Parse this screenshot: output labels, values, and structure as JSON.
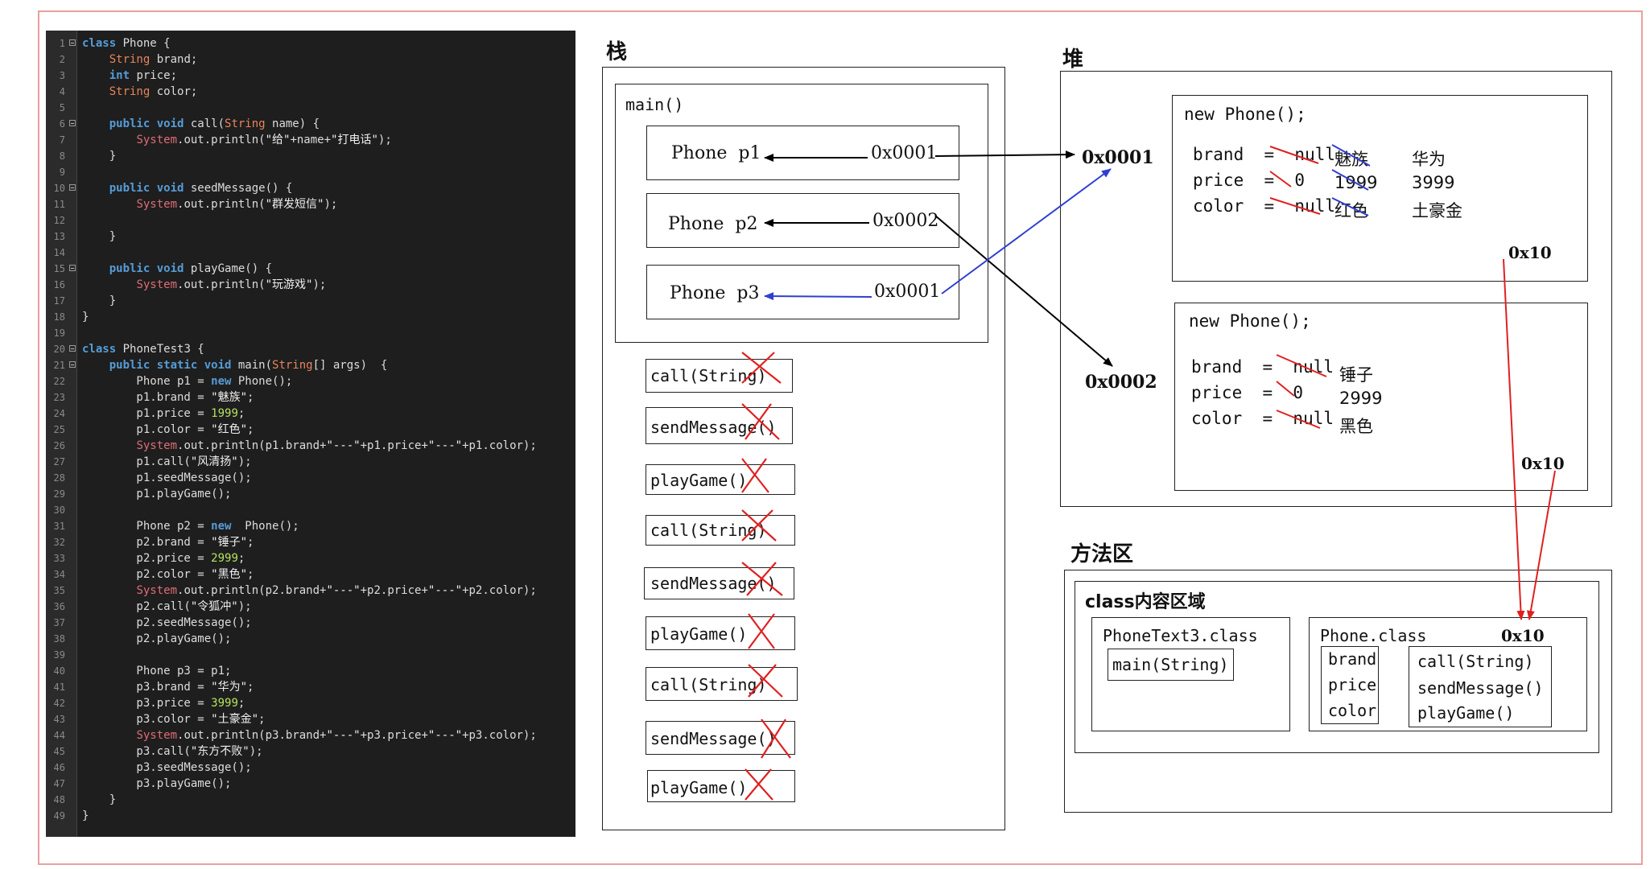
{
  "code_lines": [
    {
      "n": "1",
      "fold": true,
      "html": "<span class=\"kw\">class</span> Phone {"
    },
    {
      "n": "2",
      "html": "    <span class=\"ty\">String</span> brand;"
    },
    {
      "n": "3",
      "html": "    <span class=\"kw\">int</span> price;"
    },
    {
      "n": "4",
      "html": "    <span class=\"ty\">String</span> color;"
    },
    {
      "n": "5",
      "html": ""
    },
    {
      "n": "6",
      "fold": true,
      "html": "    <span class=\"kw\">public void</span> call(<span class=\"ty\">String</span> name) {"
    },
    {
      "n": "7",
      "html": "        <span class=\"sy\">System</span>.out.println(<span class=\"st\">\"给\"</span>+name+<span class=\"st\">\"打电话\"</span>);"
    },
    {
      "n": "8",
      "html": "    }"
    },
    {
      "n": "9",
      "html": ""
    },
    {
      "n": "10",
      "fold": true,
      "html": "    <span class=\"kw\">public void</span> seedMessage() {"
    },
    {
      "n": "11",
      "html": "        <span class=\"sy\">System</span>.out.println(<span class=\"st\">\"群发短信\"</span>);"
    },
    {
      "n": "12",
      "html": ""
    },
    {
      "n": "13",
      "html": "    }"
    },
    {
      "n": "14",
      "html": ""
    },
    {
      "n": "15",
      "fold": true,
      "html": "    <span class=\"kw\">public void</span> playGame() {"
    },
    {
      "n": "16",
      "html": "        <span class=\"sy\">System</span>.out.println(<span class=\"st\">\"玩游戏\"</span>);"
    },
    {
      "n": "17",
      "html": "    }"
    },
    {
      "n": "18",
      "html": "}"
    },
    {
      "n": "19",
      "html": ""
    },
    {
      "n": "20",
      "fold": true,
      "html": "<span class=\"kw\">class</span> PhoneTest3 {"
    },
    {
      "n": "21",
      "fold": true,
      "html": "    <span class=\"kw\">public static void</span> main(<span class=\"ty\">String</span>[] args)  {"
    },
    {
      "n": "22",
      "html": "        Phone p1 = <span class=\"kw\">new</span> Phone();"
    },
    {
      "n": "23",
      "html": "        p1.brand = <span class=\"st\">\"魅族\"</span>;"
    },
    {
      "n": "24",
      "html": "        p1.price = <span class=\"nm\">1999</span>;"
    },
    {
      "n": "25",
      "html": "        p1.color = <span class=\"st\">\"红色\"</span>;"
    },
    {
      "n": "26",
      "html": "        <span class=\"sy\">System</span>.out.println(p1.brand+<span class=\"st\">\"---\"</span>+p1.price+<span class=\"st\">\"---\"</span>+p1.color);"
    },
    {
      "n": "27",
      "html": "        p1.call(<span class=\"st\">\"风清扬\"</span>);"
    },
    {
      "n": "28",
      "html": "        p1.seedMessage();"
    },
    {
      "n": "29",
      "html": "        p1.playGame();"
    },
    {
      "n": "30",
      "html": ""
    },
    {
      "n": "31",
      "html": "        Phone p2 = <span class=\"kw\">new</span>  Phone();"
    },
    {
      "n": "32",
      "html": "        p2.brand = <span class=\"st\">\"锤子\"</span>;"
    },
    {
      "n": "33",
      "html": "        p2.price = <span class=\"nm\">2999</span>;"
    },
    {
      "n": "34",
      "html": "        p2.color = <span class=\"st\">\"黑色\"</span>;"
    },
    {
      "n": "35",
      "html": "        <span class=\"sy\">System</span>.out.println(p2.brand+<span class=\"st\">\"---\"</span>+p2.price+<span class=\"st\">\"---\"</span>+p2.color);"
    },
    {
      "n": "36",
      "html": "        p2.call(<span class=\"st\">\"令狐冲\"</span>);"
    },
    {
      "n": "37",
      "html": "        p2.seedMessage();"
    },
    {
      "n": "38",
      "html": "        p2.playGame();"
    },
    {
      "n": "39",
      "html": ""
    },
    {
      "n": "40",
      "html": "        Phone p3 = p1;"
    },
    {
      "n": "41",
      "html": "        p3.brand = <span class=\"st\">\"华为\"</span>;"
    },
    {
      "n": "42",
      "html": "        p3.price = <span class=\"nm\">3999</span>;"
    },
    {
      "n": "43",
      "html": "        p3.color = <span class=\"st\">\"土豪金\"</span>;"
    },
    {
      "n": "44",
      "html": "        <span class=\"sy\">System</span>.out.println(p3.brand+<span class=\"st\">\"---\"</span>+p3.price+<span class=\"st\">\"---\"</span>+p3.color);"
    },
    {
      "n": "45",
      "html": "        p3.call(<span class=\"st\">\"东方不败\"</span>);"
    },
    {
      "n": "46",
      "html": "        p3.seedMessage();"
    },
    {
      "n": "47",
      "html": "        p3.playGame();"
    },
    {
      "n": "48",
      "html": "    }"
    },
    {
      "n": "49",
      "html": "}"
    }
  ],
  "stack": {
    "title": "栈",
    "main_label": "main()",
    "p1": {
      "name": "Phone  p1",
      "addr": "0x0001"
    },
    "p2": {
      "name": "Phone  p2",
      "addr": "0x0002"
    },
    "p3": {
      "name": "Phone  p3",
      "addr": "0x0001"
    },
    "frames": [
      "call(String)",
      "sendMessage()",
      "playGame()",
      "call(String)",
      "sendMessage()",
      "playGame()",
      "call(String)",
      "sendMessage()",
      "playGame()"
    ]
  },
  "heap": {
    "title": "堆",
    "addr1": "0x0001",
    "addr2": "0x0002",
    "obj1": {
      "header": "new Phone();",
      "fields": [
        "brand  =  null",
        "price  =  0",
        "color  =  null"
      ],
      "values_first": [
        "魅族",
        "1999",
        "红色"
      ],
      "values_second": [
        "华为",
        "3999",
        "土豪金"
      ],
      "method_ref": "0x10"
    },
    "obj2": {
      "header": "new Phone();",
      "fields": [
        "brand  =  null",
        "price  =  0",
        "color  =  null"
      ],
      "values": [
        "锤子",
        "2999",
        "黑色"
      ],
      "method_ref": "0x10"
    }
  },
  "method_area": {
    "title": "方法区",
    "inner_title": "class内容区域",
    "test_class": {
      "name": "PhoneText3.class",
      "method": "main(String)"
    },
    "phone_class": {
      "name": "Phone.class",
      "addr": "0x10",
      "fields": [
        "brand",
        "price",
        "color"
      ],
      "methods": [
        "call(String)",
        "sendMessage()",
        "playGame()"
      ]
    }
  },
  "colors": {
    "arrow_black": "#000000",
    "arrow_blue": "#2f3fcf",
    "cross_red": "#e02020",
    "code_bg": "#1e1e1e"
  }
}
